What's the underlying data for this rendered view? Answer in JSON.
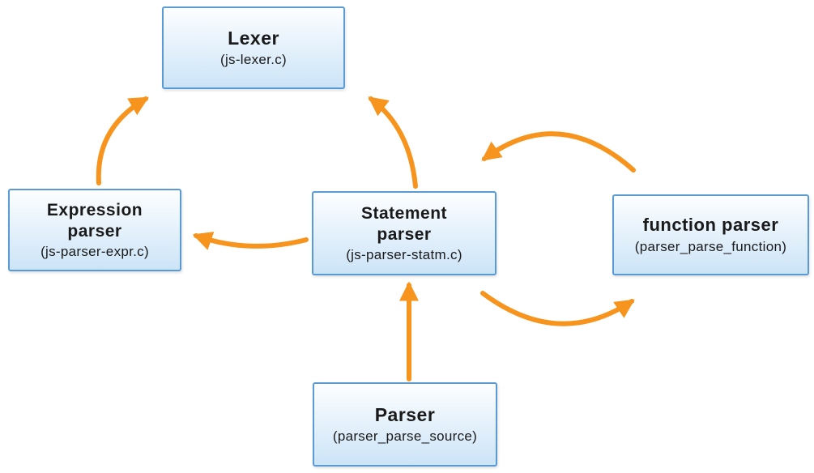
{
  "colors": {
    "arrow": "#F7941D",
    "box-border": "#5B9BD5",
    "box-fill-top": "#FDFEFF",
    "box-fill-bottom": "#CCE4F7",
    "text": "#1a1a1a"
  },
  "nodes": {
    "lexer": {
      "title": "Lexer",
      "subtitle": "(js-lexer.c)"
    },
    "expression": {
      "title": "Expression\nparser",
      "subtitle": "(js-parser-expr.c)"
    },
    "statement": {
      "title": "Statement\nparser",
      "subtitle": "(js-parser-statm.c)"
    },
    "function": {
      "title": "function parser",
      "subtitle": "(parser_parse_function)"
    },
    "parser": {
      "title": "Parser",
      "subtitle": "(parser_parse_source)"
    }
  },
  "edges": [
    {
      "from": "expression",
      "to": "lexer"
    },
    {
      "from": "statement",
      "to": "lexer"
    },
    {
      "from": "statement",
      "to": "expression"
    },
    {
      "from": "parser",
      "to": "statement"
    },
    {
      "from": "function",
      "to": "statement"
    },
    {
      "from": "statement",
      "to": "function"
    }
  ]
}
